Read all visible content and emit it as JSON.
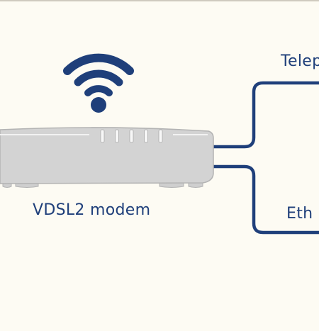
{
  "device": {
    "name": "VDSL2 modem",
    "indicator_lights": 5
  },
  "connections": [
    {
      "label": "Telep",
      "icon": "phone-cable"
    },
    {
      "label": "Eth",
      "icon": "ethernet-cable"
    }
  ],
  "icons": {
    "wifi": "wifi-icon"
  },
  "colors": {
    "background": "#fdfbf3",
    "accent": "#1f3f7a",
    "modem_body": "#d3d3d3",
    "modem_outline": "#b3b3b3"
  }
}
